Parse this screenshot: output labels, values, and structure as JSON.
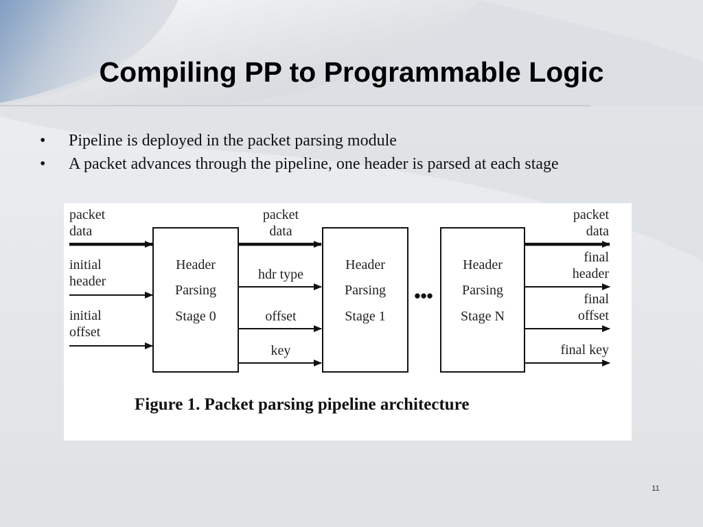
{
  "slide": {
    "title": "Compiling PP to Programmable Logic",
    "bullets": [
      "Pipeline is deployed in the packet parsing module",
      "A packet advances through the pipeline, one header is parsed at each stage"
    ],
    "page_number": "11"
  },
  "figure": {
    "input_labels": {
      "packet_data": [
        "packet",
        "data"
      ],
      "initial_header": [
        "initial",
        "header"
      ],
      "initial_offset": [
        "initial",
        "offset"
      ]
    },
    "middle_labels": {
      "packet_data": [
        "packet",
        "data"
      ],
      "hdr_type": "hdr type",
      "offset": "offset",
      "key": "key"
    },
    "output_labels": {
      "packet_data": [
        "packet",
        "data"
      ],
      "final_header": [
        "final",
        "header"
      ],
      "final_offset": [
        "final",
        "offset"
      ],
      "final_key": "final key"
    },
    "stages": [
      [
        "Header",
        "Parsing",
        "Stage 0"
      ],
      [
        "Header",
        "Parsing",
        "Stage 1"
      ],
      [
        "Header",
        "Parsing",
        "Stage N"
      ]
    ],
    "ellipsis": "•••",
    "caption": "Figure 1. Packet parsing pipeline architecture"
  }
}
